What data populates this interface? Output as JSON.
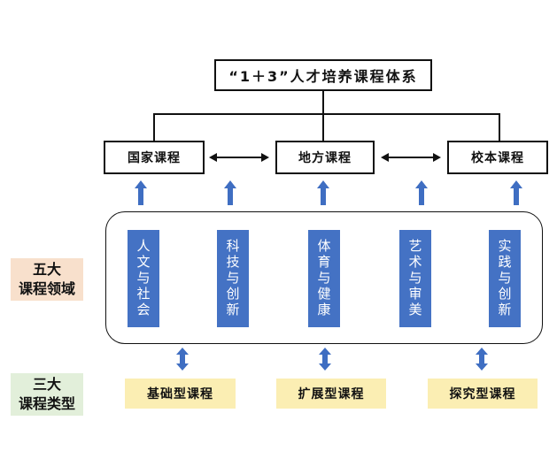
{
  "root": {
    "label": "“1＋3”人才培养课程体系"
  },
  "levels": {
    "national": "国家课程",
    "local": "地方课程",
    "school": "校本课程"
  },
  "domains_label": {
    "line1": "五大",
    "line2": "课程领域"
  },
  "domains": [
    {
      "label": "人文与社会"
    },
    {
      "label": "科技与创新"
    },
    {
      "label": "体育与健康"
    },
    {
      "label": "艺术与审美"
    },
    {
      "label": "实践与创新"
    }
  ],
  "types_label": {
    "line1": "三大",
    "line2": "课程类型"
  },
  "types": [
    {
      "label": "基础型课程"
    },
    {
      "label": "扩展型课程"
    },
    {
      "label": "探究型课程"
    }
  ],
  "colors": {
    "domain_fill": "#4472c4",
    "arrow_blue": "#3f6ec2",
    "domains_label_bg": "#f8e0cc",
    "types_label_bg": "#e2efda",
    "type_box_bg": "#fbeeb3"
  }
}
